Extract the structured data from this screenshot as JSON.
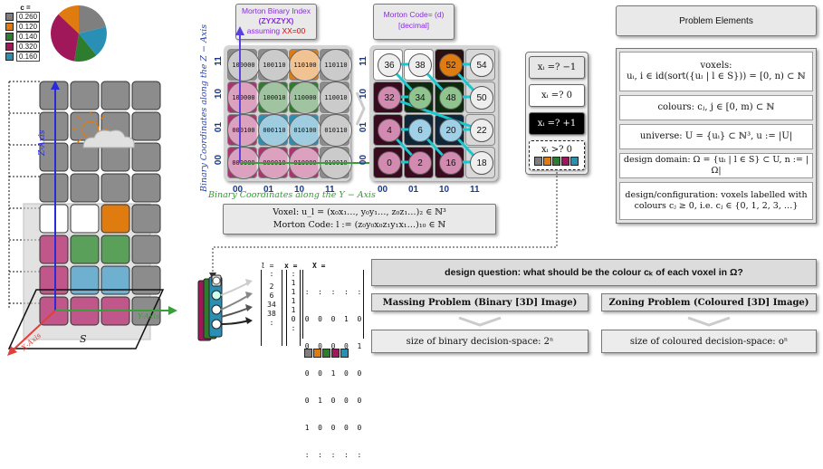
{
  "legend": {
    "title": "c =",
    "items": [
      {
        "value": "0.260",
        "color": "#7f7f7f"
      },
      {
        "value": "0.120",
        "color": "#e07b10"
      },
      {
        "value": "0.140",
        "color": "#2e7d2e"
      },
      {
        "value": "0.320",
        "color": "#a0185a"
      },
      {
        "value": "0.160",
        "color": "#2a8fb5"
      }
    ]
  },
  "left3d": {
    "z_axis": "Z-Axis",
    "x_axis": "X-Axis",
    "y_axis": "Y-Axis",
    "s_label": "S"
  },
  "morton_index_box": {
    "line1": "Morton Binary Index",
    "line2": "(ZYXZYX)",
    "line3_a": "assuming ",
    "line3_b": "XX=00"
  },
  "morton_code_box": {
    "line1": "Morton Code= (d)",
    "line2": "[decimal]"
  },
  "z_axis_label": "Binary Coordinates along the Z − Axis",
  "y_axis_label": "Binary Coordinates along the Y − Axis",
  "row_ticks": [
    "11",
    "10",
    "01",
    "00"
  ],
  "col_ticks": [
    "00",
    "01",
    "10",
    "11"
  ],
  "binary_grid": [
    [
      "100000",
      "100110",
      "110100",
      "110110"
    ],
    [
      "100000",
      "100010",
      "110000",
      "110010"
    ],
    [
      "000100",
      "000110",
      "010100",
      "010110"
    ],
    [
      "000000",
      "000010",
      "010000",
      "010010"
    ]
  ],
  "decimal_grid": [
    [
      "36",
      "38",
      "52",
      "54"
    ],
    [
      "32",
      "34",
      "48",
      "50"
    ],
    [
      "4",
      "6",
      "20",
      "22"
    ],
    [
      "0",
      "2",
      "16",
      "18"
    ]
  ],
  "formula_box": {
    "voxel": "Voxel: u_l = (x₀x₁…, y₀y₁…, z₀z₁…)₂ ∈ ℕ³",
    "morton": "Morton Code: l := (z₀y₀x₀z₁y₁x₁…)₁₀ ∈ ℕ"
  },
  "states": [
    {
      "label": "xᵢ =? −1"
    },
    {
      "label": "xᵢ =? 0"
    },
    {
      "label": "xᵢ =? +1"
    },
    {
      "label": "xᵢ >? 0"
    }
  ],
  "problem_elements": {
    "title": "Problem Elements",
    "rows": [
      "voxels:\nuᵢ, i ∈ id(sort({uₗ | l ∈ S})) = [0, n) ⊂ ℕ",
      "colours: cⱼ, j ∈ [0, m) ⊂ ℕ",
      "universe: U = {uᵢ} ⊂ ℕ³, u := |U|",
      "design domain: Ω = {uᵢ | l ∈ S} ⊂ U, n := |Ω|",
      "design/configuration: voxels labelled with\ncolours cⱼ ≥ 0, i.e. cⱼ ∈ {0, 1, 2, 3, …}"
    ]
  },
  "matrices": {
    "l_label": "l =",
    "x_label": "x =",
    "X_label": "X =",
    "l_values": [
      ":",
      "2",
      "6",
      "34",
      "38",
      ":"
    ],
    "x_values": [
      ":",
      "1",
      "1",
      "1",
      "1",
      "0",
      ":"
    ],
    "X_rows": [
      ":  :  :  :  :",
      "0  0  0  1  0",
      "0  0  0  0  1",
      "0  0  1  0  0",
      "0  1  0  0  0",
      "1  0  0  0  0",
      ":  :  :  :  :"
    ]
  },
  "design_question": "design question: what should be the colour cₖ of each voxel in Ω?",
  "massing": {
    "title": "Massing Problem (Binary [3D] Image)",
    "size": "size of binary decision-space: 2ⁿ"
  },
  "zoning": {
    "title": "Zoning Problem (Coloured [3D] Image)",
    "size": "size of coloured decision-space: oⁿ"
  },
  "colors": {
    "grey": "#7f7f7f",
    "orange": "#e07b10",
    "green": "#2e7d2e",
    "magenta": "#a0185a",
    "blue": "#2a8fb5",
    "purple_text": "#8a2be2",
    "red_text": "#e00000",
    "axis_blue": "#1f3fbf",
    "axis_green": "#2f9f2f",
    "link_cyan": "#19c7cf"
  }
}
